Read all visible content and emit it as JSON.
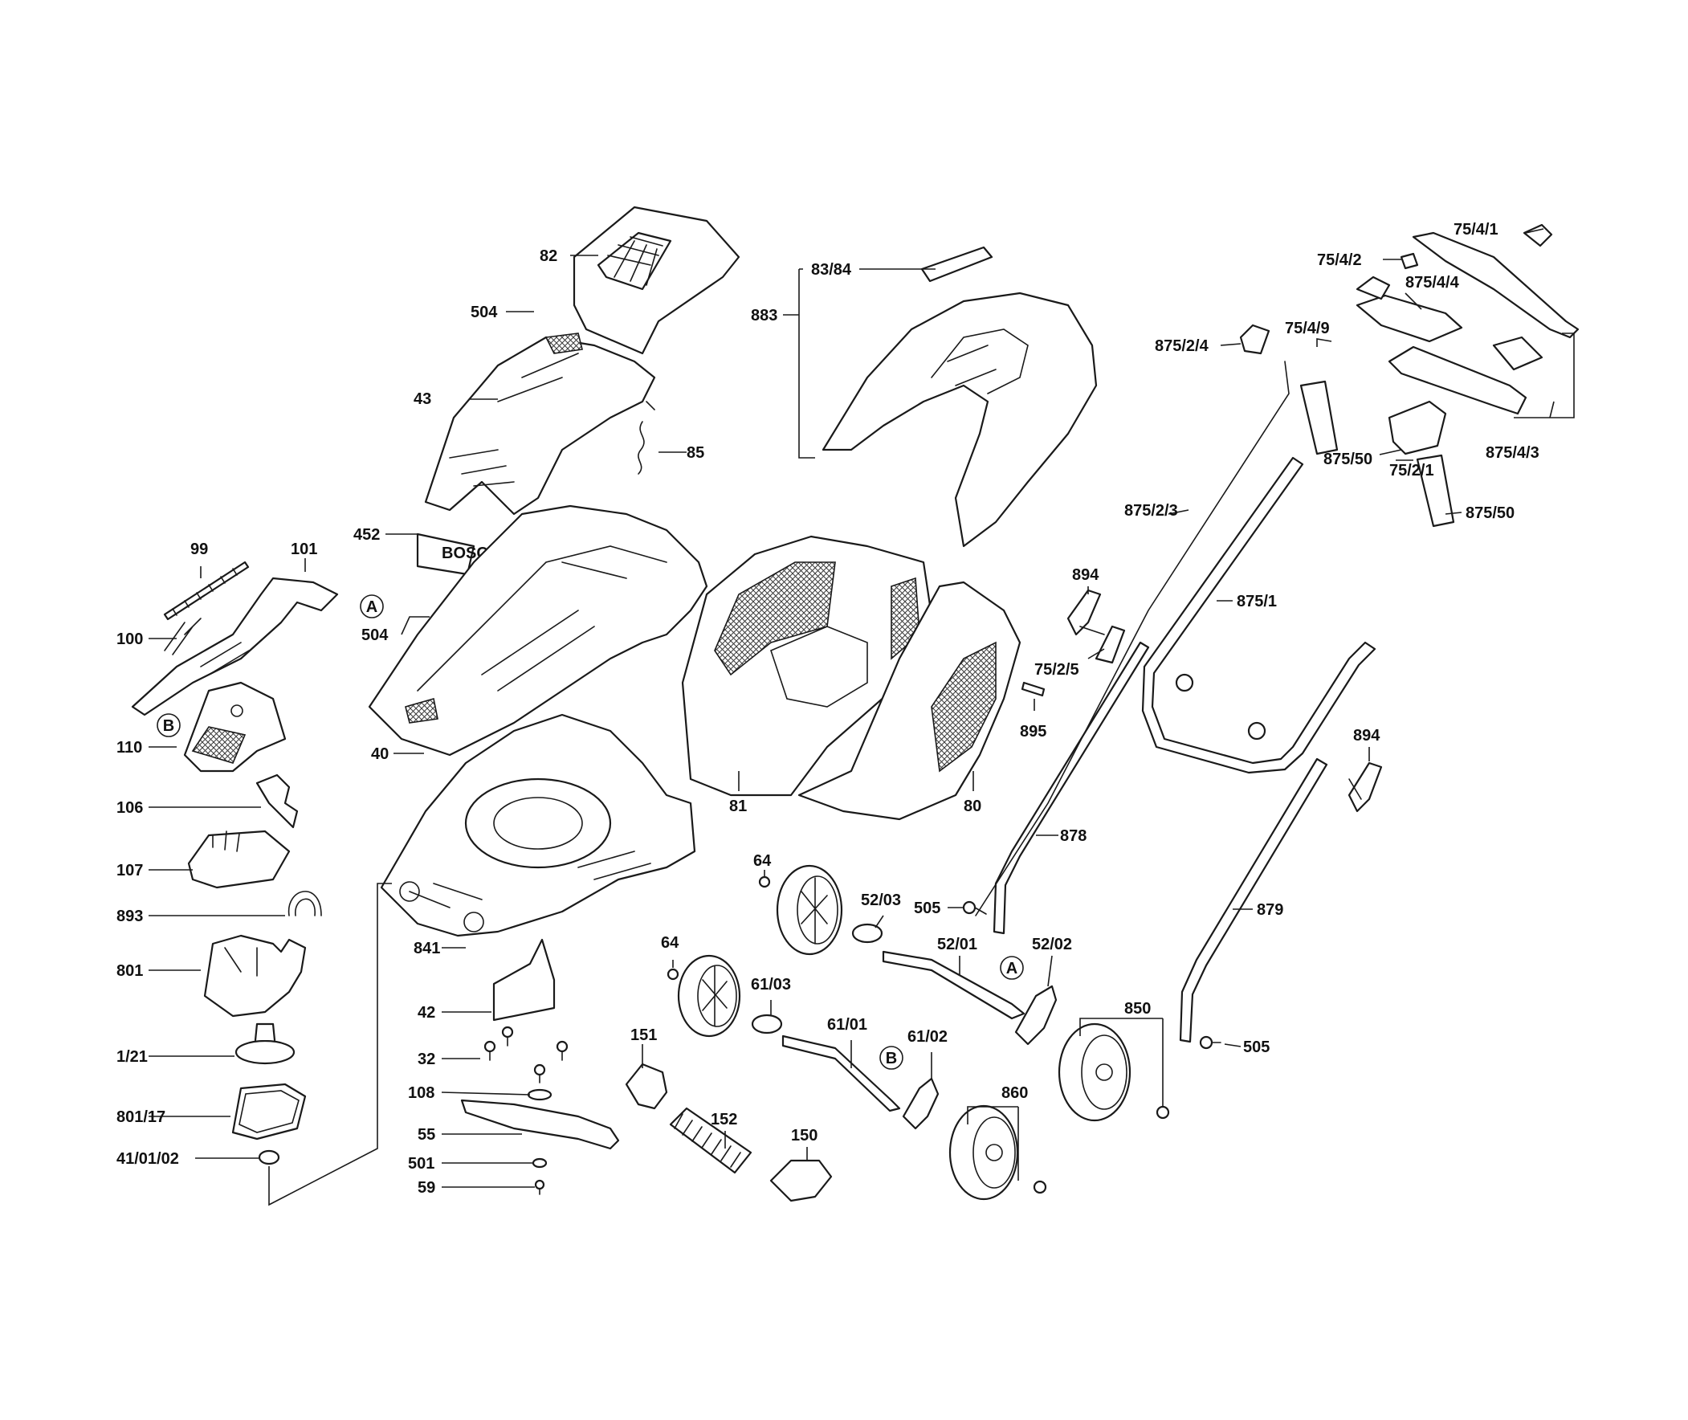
{
  "parts": {
    "p82": "82",
    "p504a": "504",
    "p43": "43",
    "p85": "85",
    "p452": "452",
    "p504b": "504",
    "p40": "40",
    "p99": "99",
    "p101": "101",
    "p100": "100",
    "p110": "110",
    "p106": "106",
    "p107": "107",
    "p893": "893",
    "p801": "801",
    "p1_21": "1/21",
    "p801_17": "801/17",
    "p41_01_02": "41/01/02",
    "p841": "841",
    "p42": "42",
    "p32": "32",
    "p108": "108",
    "p55": "55",
    "p501": "501",
    "p59": "59",
    "p83_84": "83/84",
    "p883": "883",
    "p81": "81",
    "p80": "80",
    "p64a": "64",
    "p64b": "64",
    "p52_03": "52/03",
    "p52_01": "52/01",
    "p52_02": "52/02",
    "p61_03": "61/03",
    "p61_01": "61/01",
    "p61_02": "61/02",
    "p151": "151",
    "p152": "152",
    "p150": "150",
    "p860": "860",
    "p850": "850",
    "p505a": "505",
    "p505b": "505",
    "p878": "878",
    "p879": "879",
    "p894a": "894",
    "p894b": "894",
    "p75_2_5": "75/2/5",
    "p895": "895",
    "p875_1": "875/1",
    "p875_2_3": "875/2/3",
    "p875_2_4": "875/2/4",
    "p75_4_9": "75/4/9",
    "p875_50a": "875/50",
    "p875_50b": "875/50",
    "p75_2_1": "75/2/1",
    "p875_4_3": "875/4/3",
    "p875_4_4": "875/4/4",
    "p75_4_2": "75/4/2",
    "p75_4_1": "75/4/1"
  },
  "markers": {
    "a1": "A",
    "b1": "B",
    "a2": "A",
    "b2": "B"
  },
  "logo_text": "BOSCH"
}
